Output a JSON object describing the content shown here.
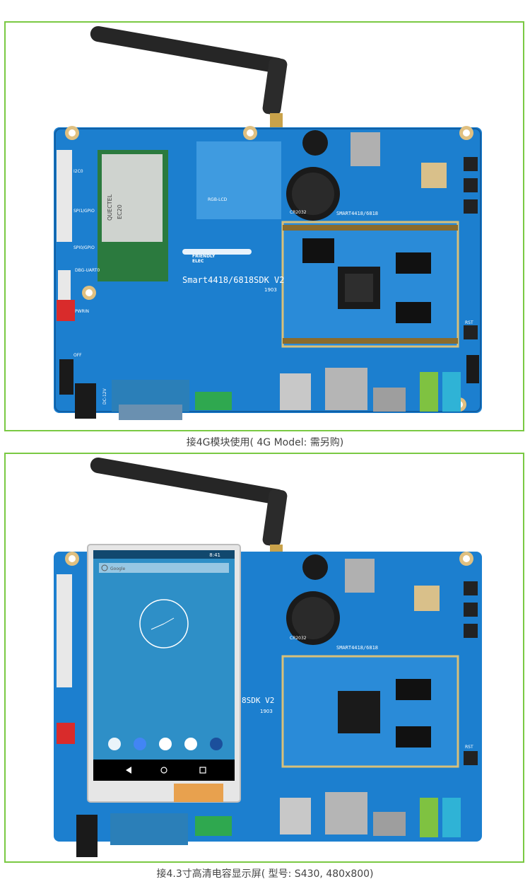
{
  "colors": {
    "frame": "#7ac943",
    "pcb": "#1c7fcf",
    "pcb_light": "#3f9be0",
    "antenna": "#262626",
    "gold": "#c9a24a",
    "screen": "#2e8fc7"
  },
  "captions": {
    "top": "接4G模块使用( 4G Model: 需另购)",
    "bottom": "接4.3寸高清电容显示屏( 型号: S430, 480x800)"
  },
  "board": {
    "title": "Smart4418/6818SDK V2",
    "title_partial": "8SDK V2",
    "build": "1903",
    "brand_line1": "FRIENDLY",
    "brand_line2": "ELEC",
    "core_label": "SMART4418/6818",
    "rgb_label": "RGB-LCD",
    "battery_label": "CR2032",
    "module_vendor": "QUECTEL",
    "module_model": "EC20",
    "pwr_label": "PWRIN",
    "dbg_label": "DBG-UART0",
    "dc_label": "DC-12V",
    "rst_label": "RST",
    "off_label": "OFF",
    "i2c_label": "I2C0",
    "spi_label": "SPI1/GPIO",
    "spi0_label": "SPI0/GPIO"
  },
  "phone": {
    "time": "8:41",
    "search": "Google"
  }
}
